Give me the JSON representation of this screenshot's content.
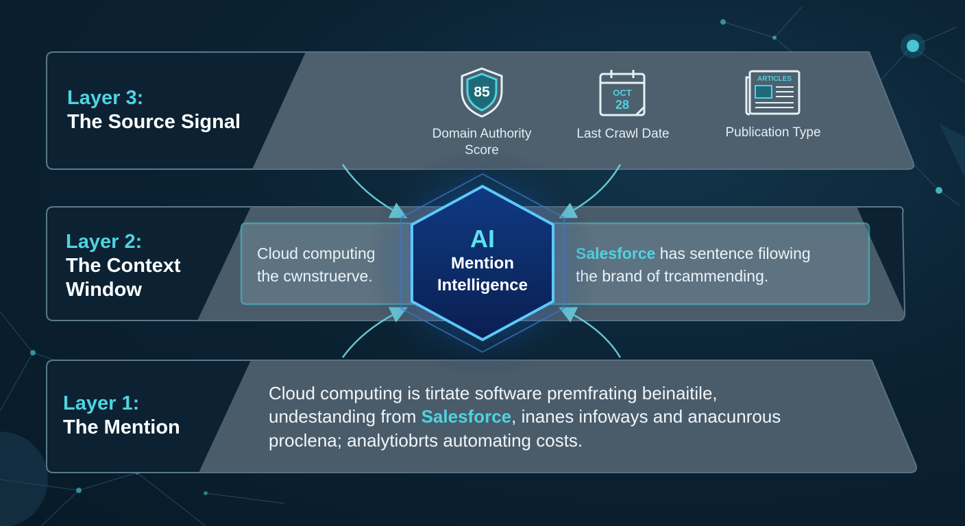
{
  "layers": {
    "source": {
      "number_label": "Layer 3:",
      "name": "The Source Signal",
      "signals": [
        {
          "icon": "shield-score-icon",
          "icon_text": "85",
          "label": "Domain Authority Score"
        },
        {
          "icon": "calendar-icon",
          "icon_month": "OCT",
          "icon_day": "28",
          "label": "Last Crawl Date"
        },
        {
          "icon": "newspaper-icon",
          "icon_text": "ARTICLES",
          "label": "Publication Type"
        }
      ]
    },
    "context": {
      "number_label": "Layer 2:",
      "name_line1": "The Context",
      "name_line2": "Window",
      "left_line1": "Cloud computing",
      "left_line2": "the cwnstruerve.",
      "right_brand": "Salesforce",
      "right_line1_rest": " has sentence filowing",
      "right_line2": "the brand of trcammending."
    },
    "mention": {
      "number_label": "Layer 1:",
      "name": "The Mention",
      "line1": "Cloud computing is tirtate software premfrating beinaitile,",
      "line2_before": "undestanding from ",
      "line2_brand": "Salesforce",
      "line2_after": ", inanes infoways and anacunrous",
      "line3": "proclena; analytiobrts automating costs."
    }
  },
  "hub": {
    "title": "AI",
    "line1": "Mention",
    "line2": "Intelligence"
  },
  "colors": {
    "accent": "#4fd3e0",
    "background": "#0b2233",
    "hub_glow": "#2f8cff"
  }
}
